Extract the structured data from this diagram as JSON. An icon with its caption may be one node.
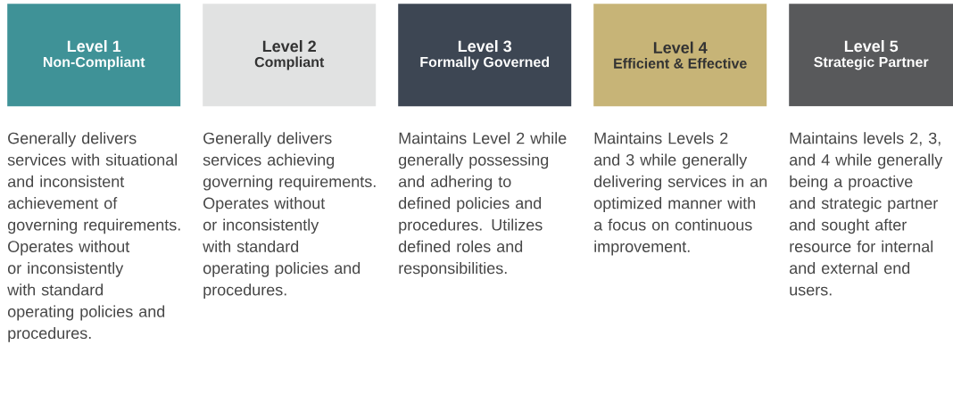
{
  "diagram": {
    "nodes": [
      {
        "text": [
          "Level 1",
          "Non-Compliant"
        ],
        "beside": [
          "Generally delivers services with situational and inconsistent achievement of governing requirements. Operates without or inconsistently with standard operating policies and procedures."
        ]
      },
      {
        "text": [
          "Level 2",
          "Compliant"
        ],
        "beside": [
          "Generally delivers services achieving governing requirements. Operates without or inconsistently with standard operating policies and procedures."
        ]
      },
      {
        "text": [
          "Level 3",
          "Formally Governed"
        ],
        "beside": [
          "Maintains Level 2 while generally possessing and adhering to defined policies and procedures. Utilizes defined roles and responsibilities."
        ]
      },
      {
        "text": [
          "Level 4",
          "Efficient & Effective"
        ],
        "beside": [
          "Maintains Levels 2 and 3 while generally delivering services in an optimized manner with a focus on continuous improvement."
        ]
      },
      {
        "text": [
          "Level 5",
          "Strategic Partner"
        ],
        "beside": [
          "Maintains levels 2, 3, and 4 while generally being a proactive and strategic partner and sought after resource for internal and external end users."
        ]
      }
    ]
  }
}
